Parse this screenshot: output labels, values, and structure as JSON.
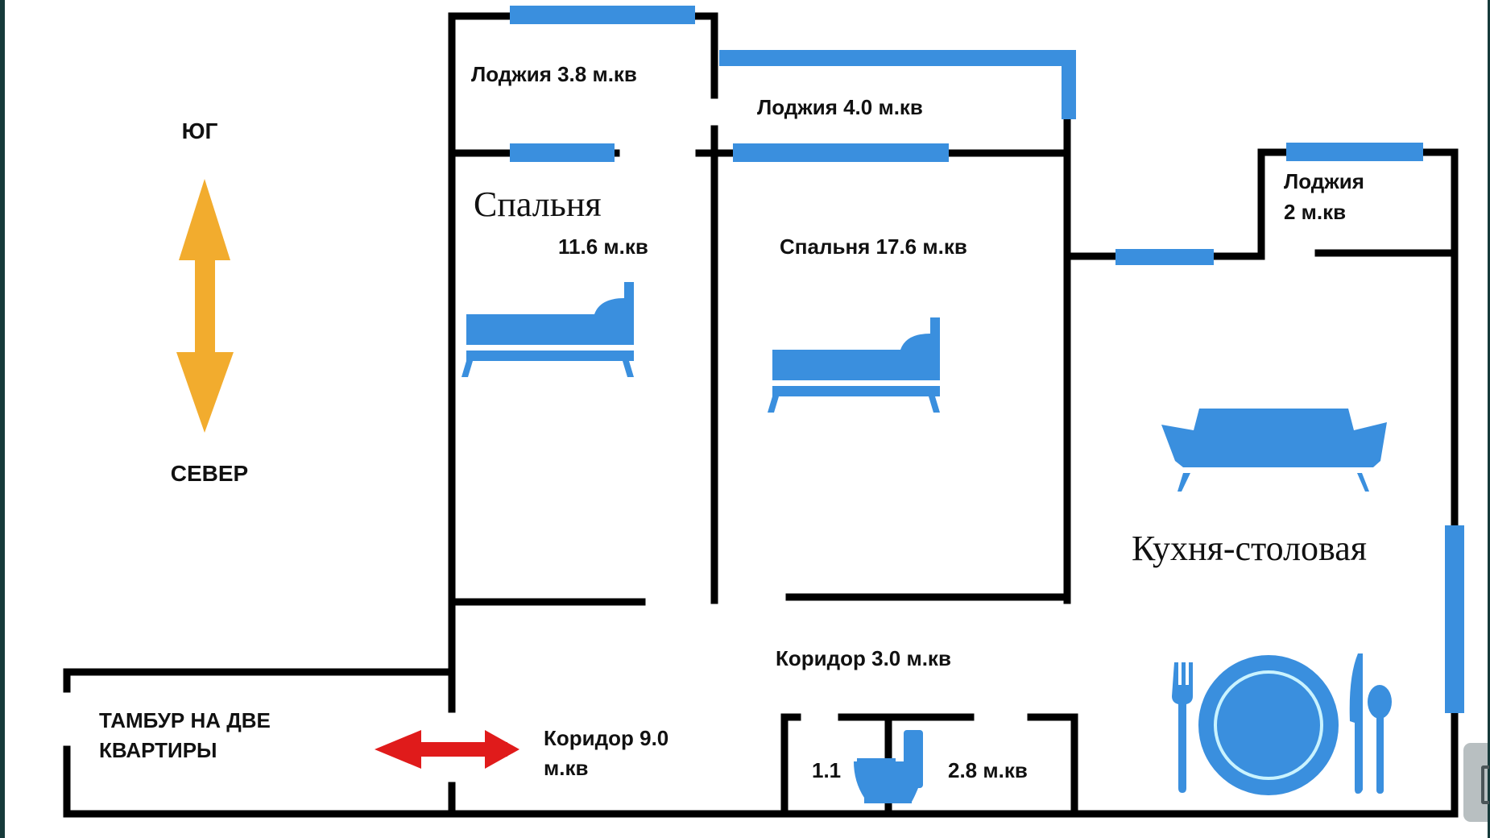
{
  "colors": {
    "wall": "#000000",
    "window": "#3a8fde",
    "compass_arrow": "#f2ac2e",
    "entry_arrow": "#e01b1b",
    "furniture": "#3a8fde",
    "background": "#ffffff"
  },
  "compass": {
    "top_label": "ЮГ",
    "bottom_label": "СЕВЕР"
  },
  "rooms": {
    "loggia_1": "Лоджия 3.8 м.кв",
    "loggia_2": "Лоджия 4.0 м.кв",
    "loggia_3_line1": "Лоджия",
    "loggia_3_line2": "2 м.кв",
    "bedroom_1_name": "Спальня",
    "bedroom_1_area": "11.6 м.кв",
    "bedroom_2": "Спальня 17.6 м.кв",
    "kitchen": "Кухня-столовая",
    "corridor_small": "Коридор 3.0 м.кв",
    "corridor_large_line1": "Коридор 9.0",
    "corridor_large_line2": "м.кв",
    "vestibule_line1": "ТАМБУР НА ДВЕ",
    "vestibule_line2": "КВАРТИРЫ",
    "toilet_area": "1.1",
    "bathroom_area": "2.8 м.кв"
  },
  "icons": {
    "compass": "double-arrow-vertical",
    "entry": "double-arrow-horizontal",
    "bed": "bed",
    "sofa": "sofa",
    "toilet": "toilet",
    "dining": "plate-fork-knife-spoon"
  }
}
